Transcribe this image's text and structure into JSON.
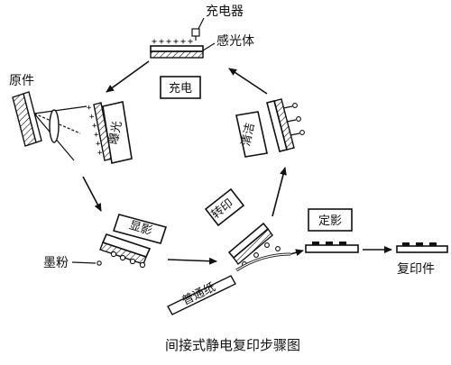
{
  "labels": {
    "charger": "充电器",
    "photoreceptor": "感光体",
    "original": "原件",
    "toner": "墨粉",
    "plain_paper": "普通纸",
    "copy": "复印件"
  },
  "steps": {
    "charge": "充电",
    "expose": "曝光",
    "develop": "显影",
    "transfer": "转印",
    "clean": "清洁",
    "fix": "定影"
  },
  "caption": "间接式静电复印步骤图"
}
